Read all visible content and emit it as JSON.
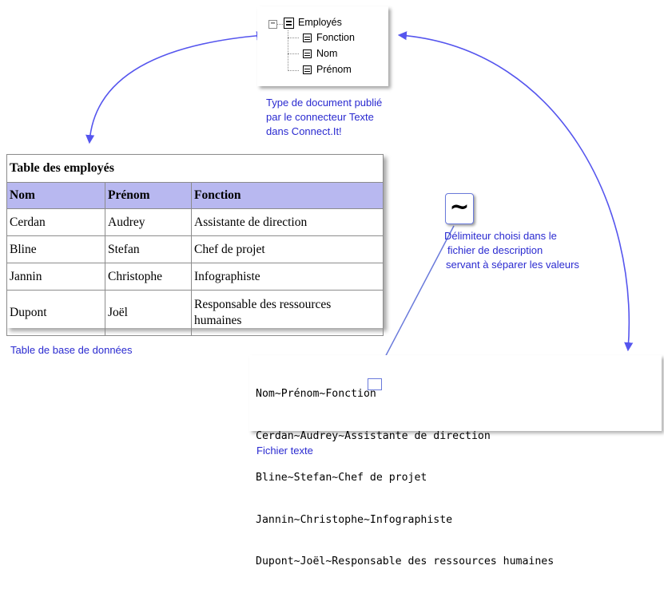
{
  "tree": {
    "root_label": "Employés",
    "children": [
      "Fonction",
      "Nom",
      "Prénom"
    ]
  },
  "tree_caption": [
    "Type de document publié",
    "par le connecteur Texte",
    "dans Connect.It!"
  ],
  "table": {
    "title": "Table des employés",
    "headers": [
      "Nom",
      "Prénom",
      "Fonction"
    ],
    "rows": [
      [
        "Cerdan",
        "Audrey",
        "Assistante de direction"
      ],
      [
        "Bline",
        "Stefan",
        "Chef de projet"
      ],
      [
        "Jannin",
        "Christophe",
        "Infographiste"
      ],
      [
        "Dupont",
        "Joël",
        "Responsable des ressources humaines"
      ]
    ]
  },
  "table_caption": "Table de base de données",
  "delimiter": {
    "symbol": "~",
    "caption": [
      "Délimiteur choisi dans le",
      "fichier de description",
      "servant  à séparer les valeurs"
    ]
  },
  "text_file": {
    "lines": [
      "Nom~Prénom~Fonction",
      "Cerdan~Audrey~Assistante de direction",
      "Bline~Stefan~Chef de projet",
      "Jannin~Christophe~Infographiste",
      "Dupont~Joël~Responsable des ressources humaines"
    ]
  },
  "text_file_caption": "Fichier texte",
  "colors": {
    "arrow": "#5555ee",
    "caption_text": "#2a2ad0",
    "table_header_bg": "#b8b8f0"
  }
}
